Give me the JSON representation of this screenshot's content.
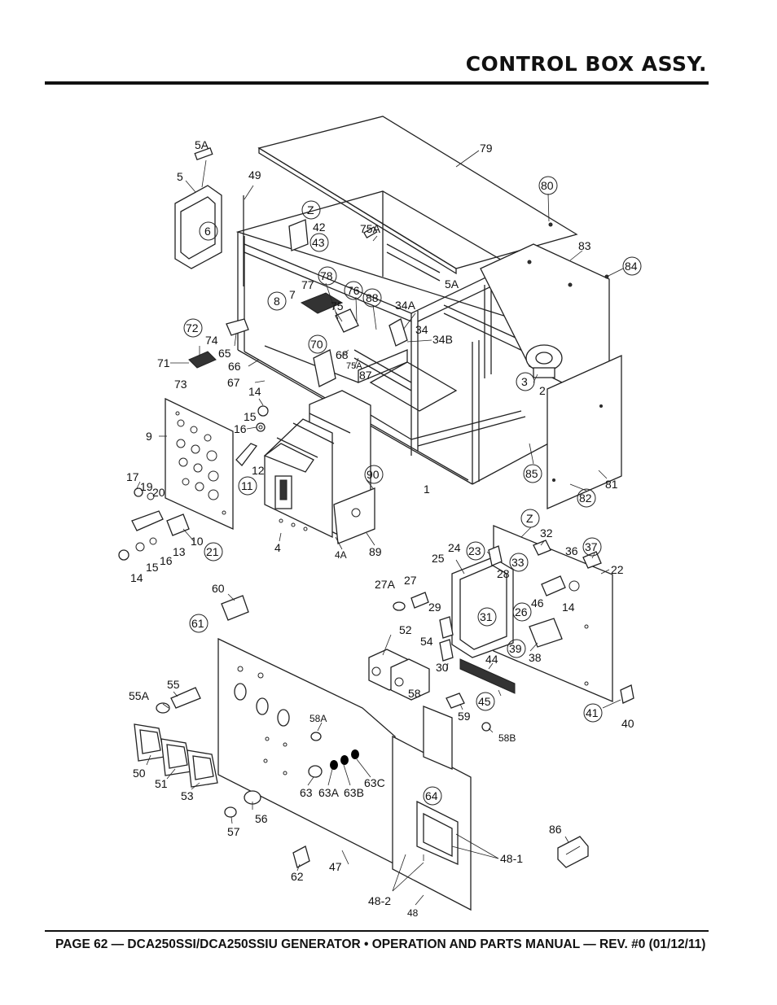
{
  "title": "CONTROL BOX  ASSY.",
  "footer": "PAGE 62 — DCA250SSI/DCA250SSIU GENERATOR • OPERATION AND PARTS MANUAL — REV. #0 (01/12/11)",
  "labels": {
    "l5A": "5A",
    "l5": "5",
    "l6": "6",
    "l49": "49",
    "lZ1": "Z",
    "l42": "42",
    "l43": "43",
    "l75A": "75A",
    "l79": "79",
    "l80": "80",
    "l83": "83",
    "l84": "84",
    "l78": "78",
    "l77": "77",
    "l7": "7",
    "l8": "8",
    "l75": "75",
    "l76": "76",
    "l88": "88",
    "l5Ab": "5A",
    "l34A": "34A",
    "l34": "34",
    "l34B": "34B",
    "l72": "72",
    "l74": "74",
    "l71": "71",
    "l73": "73",
    "l65": "65",
    "l66": "66",
    "l70": "70",
    "l68": "68",
    "l75Ab": "75A",
    "l87": "87",
    "l67": "67",
    "l3": "3",
    "l2": "2",
    "l14a": "14",
    "l15a": "15",
    "l16a": "16",
    "l12": "12",
    "l9": "9",
    "l17": "17",
    "l19": "19",
    "l20": "20",
    "l11": "11",
    "l90": "90",
    "l85": "85",
    "l1": "1",
    "l81": "81",
    "l82": "82",
    "l10": "10",
    "l13": "13",
    "l21": "21",
    "l16b": "16",
    "l15b": "15",
    "l14b": "14",
    "l4": "4",
    "l4A": "4A",
    "l89": "89",
    "lZ2": "Z",
    "l32": "32",
    "l23": "23",
    "l24": "24",
    "l28": "28",
    "l33": "33",
    "l36": "36",
    "l37": "37",
    "l22": "22",
    "l25": "25",
    "l27A": "27A",
    "l27": "27",
    "l29": "29",
    "l31": "31",
    "l26": "26",
    "l46": "46",
    "l60": "60",
    "l61": "61",
    "l52": "52",
    "l54": "54",
    "l30": "30",
    "l44": "44",
    "l39": "39",
    "l38": "38",
    "l55": "55",
    "l55A": "55A",
    "l58": "58",
    "l45": "45",
    "l41": "41",
    "l40": "40",
    "l58A": "58A",
    "l59": "59",
    "l58B": "58B",
    "l50": "50",
    "l51": "51",
    "l53": "53",
    "l63": "63",
    "l63A": "63A",
    "l63B": "63B",
    "l63C": "63C",
    "l64": "64",
    "l56": "56",
    "l57": "57",
    "l86": "86",
    "l48_1": "48-1",
    "l47": "47",
    "l62": "62",
    "l48_2": "48-2",
    "l48": "48"
  }
}
